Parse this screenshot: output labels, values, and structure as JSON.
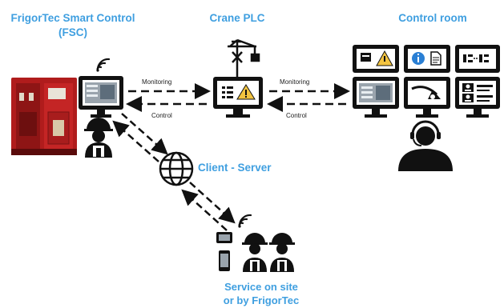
{
  "titles": {
    "fsc": "FrigorTec Smart Control",
    "fsc_sub": "(FSC)",
    "plc": "Crane PLC",
    "control_room": "Control room",
    "client_server": "Client - Server",
    "service_line1": "Service on site",
    "service_line2": "or by FrigorTec"
  },
  "links": {
    "monitoring_left": "Monitoring",
    "control_left": "Control",
    "monitoring_right": "Monitoring",
    "control_right": "Control"
  },
  "colors": {
    "accent": "#3f9fe0",
    "dark": "#111111",
    "unit_red": "#b01c1c",
    "warning": "#f3c440",
    "info": "#2a7fd4"
  }
}
